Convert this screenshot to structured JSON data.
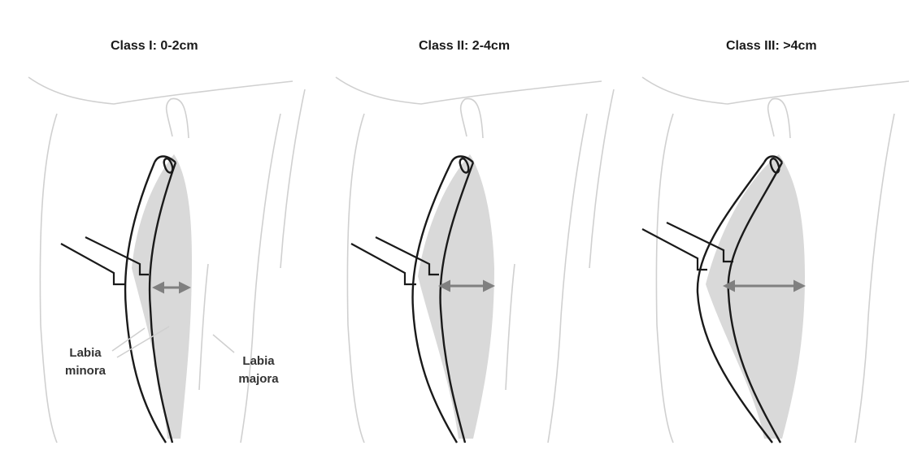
{
  "panels": [
    {
      "title": "Class I: 0-2cm"
    },
    {
      "title": "Class II: 2-4cm"
    },
    {
      "title": "Class III: >4cm"
    }
  ],
  "labels": {
    "minora_line1": "Labia",
    "minora_line2": "minora",
    "majora_line1": "Labia",
    "majora_line2": "majora"
  },
  "colors": {
    "outline": "#cfcfcf",
    "stroke": "#1a1a1a",
    "fill": "#d9d9d9",
    "arrow": "#808080"
  }
}
